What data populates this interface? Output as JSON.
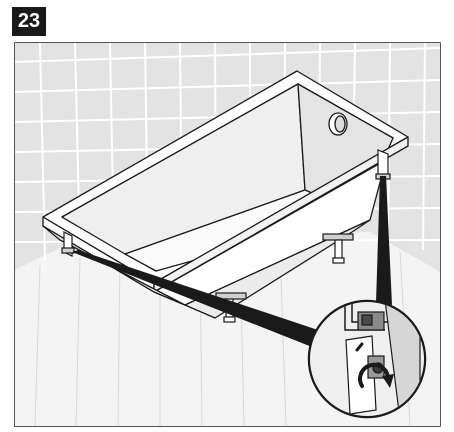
{
  "step": {
    "number": "23"
  },
  "figure": {
    "icons": [
      "bathtub",
      "adjustable-foot",
      "mounting-bracket",
      "rotate-arrow"
    ]
  }
}
